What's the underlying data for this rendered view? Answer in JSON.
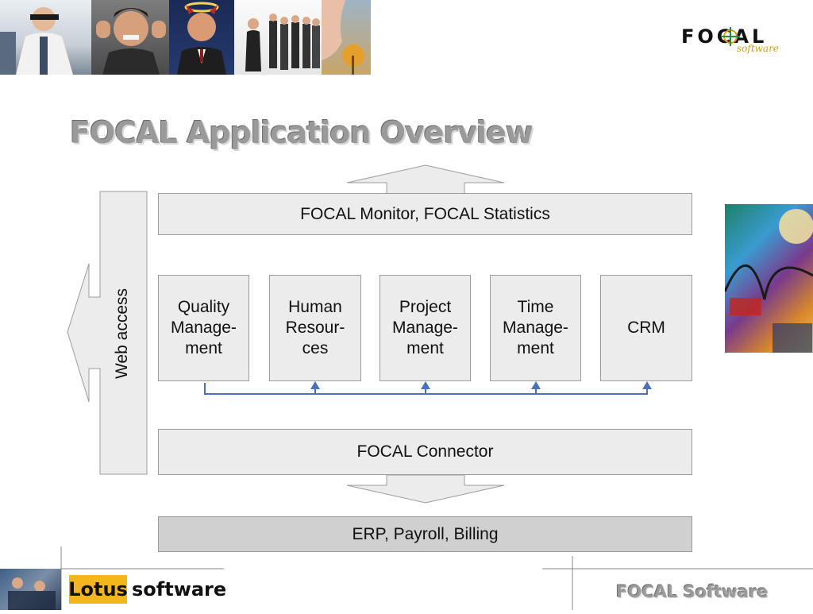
{
  "logo": {
    "brand": "FOCAL",
    "sub": "software"
  },
  "title": "FOCAL Application Overview",
  "diagram": {
    "monitor_label": "FOCAL Monitor, FOCAL Statistics",
    "web_access_label": "Web access",
    "modules": [
      {
        "label": "Quality\nManage-\nment"
      },
      {
        "label": "Human\nResour-\nces"
      },
      {
        "label": "Project\nManage-\nment"
      },
      {
        "label": "Time\nManage-\nment"
      },
      {
        "label": "CRM"
      }
    ],
    "connector_label": "FOCAL Connector",
    "erp_label": "ERP, Payroll, Billing"
  },
  "footer": {
    "lotus_label": "Lotus",
    "lotus_software_label": "software",
    "brand": "FOCAL Software"
  },
  "colors": {
    "box_fill": "#ececec",
    "box_border": "#9c9c9c",
    "erp_fill": "#d0d0d0",
    "connector_line": "#4a72b8",
    "title_gray": "#9a9a9a",
    "lotus_yellow": "#f4b61d"
  }
}
